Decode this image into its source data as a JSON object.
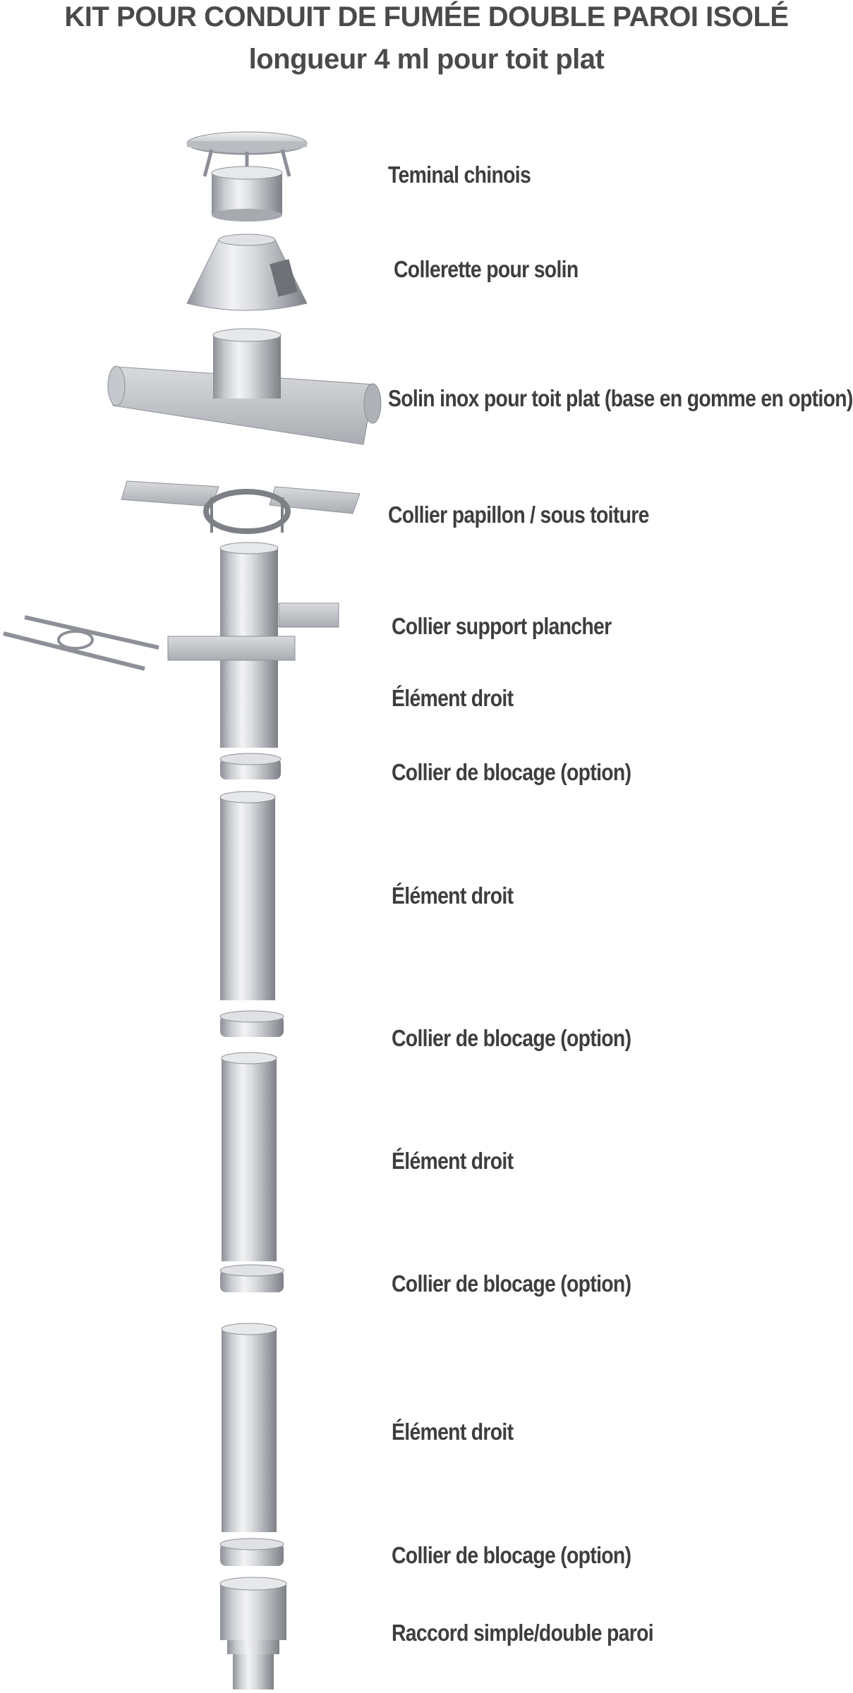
{
  "title": {
    "line1": "KIT POUR CONDUIT DE FUMÉE DOUBLE PAROI ISOLÉ",
    "line2": "longueur 4 ml pour toit plat"
  },
  "labels": [
    "Teminal chinois",
    "Collerette pour solin",
    "Solin inox pour toit plat (base en gomme en option)",
    "Collier papillon / sous toiture",
    "Collier support plancher",
    "Élément droit",
    "Collier de blocage (option)",
    "Élément droit",
    "Collier de blocage (option)",
    "Élément droit",
    "Collier de blocage (option)",
    "Élément droit",
    "Collier de blocage (option)",
    "Raccord simple/double paroi"
  ],
  "colors": {
    "steel_dark": "#8d9096",
    "steel_light": "#f2f3f5",
    "text": "#3e3e3e"
  }
}
